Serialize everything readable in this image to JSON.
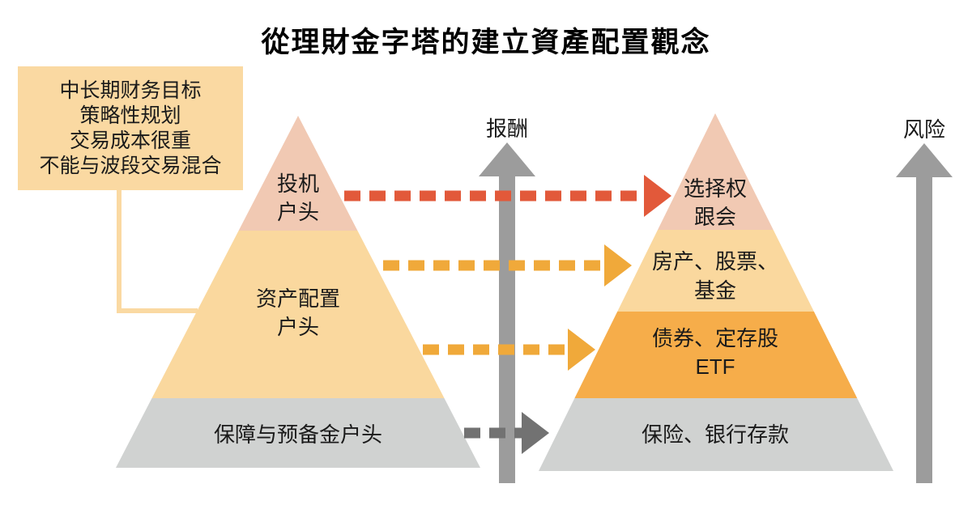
{
  "title": "從理財金字塔的建立資產配置觀念",
  "callout": {
    "lines": [
      "中长期财务目标",
      "策略性规划",
      "交易成本很重",
      "不能与波段交易混合"
    ]
  },
  "axes": {
    "reward_label": "报酬",
    "risk_label": "风险"
  },
  "left_pyramid": {
    "description": "account-types pyramid",
    "tiers": [
      {
        "id": "speculation-account",
        "label_lines": [
          "投机",
          "户头"
        ],
        "color": "#F1C9B3"
      },
      {
        "id": "asset-allocation-account",
        "label_lines": [
          "资产配置",
          "户头"
        ],
        "color": "#FAD89E"
      },
      {
        "id": "protection-reserve-account",
        "label_lines": [
          "保障与预备金户头"
        ],
        "color": "#D0D2D1"
      }
    ]
  },
  "right_pyramid": {
    "description": "asset-classes pyramid",
    "tiers": [
      {
        "id": "options-rotating-credit",
        "label_lines": [
          "选择权",
          "跟会"
        ],
        "color": "#F1C9B3"
      },
      {
        "id": "property-stocks-funds",
        "label_lines": [
          "房产、股票、",
          "基金"
        ],
        "color": "#FAD89E"
      },
      {
        "id": "bonds-dividend-etf",
        "label_lines": [
          "债券、定存股",
          "ETF"
        ],
        "color": "#F6AD4A"
      },
      {
        "id": "insurance-bank-deposit",
        "label_lines": [
          "保险、银行存款"
        ],
        "color": "#D0D2D1"
      }
    ]
  },
  "arrows": {
    "vertical": [
      {
        "id": "reward-axis-arrow",
        "label": "报酬",
        "color": "#9C9C9C"
      },
      {
        "id": "risk-axis-arrow",
        "label": "风险",
        "color": "#9C9C9C"
      }
    ],
    "dashed": [
      {
        "id": "speculation-to-options",
        "color": "#E2593A"
      },
      {
        "id": "allocation-to-property-stocks",
        "color": "#F0A93A"
      },
      {
        "id": "allocation-to-bonds-etf",
        "color": "#F0A93A"
      },
      {
        "id": "protection-to-insurance",
        "color": "#727272"
      }
    ]
  },
  "colors": {
    "background": "#FFFFFF",
    "callout_bg": "#FAD9A2",
    "connector": "#FAD9A2",
    "tier_pink": "#F1C9B3",
    "tier_tan": "#FAD89E",
    "tier_orange": "#F6AD4A",
    "tier_gray": "#D0D2D1",
    "axis_arrow_gray": "#9C9C9C",
    "dash_red": "#E2593A",
    "dash_amber": "#F0A93A",
    "dash_gray": "#727272",
    "title_text": "#000000"
  }
}
